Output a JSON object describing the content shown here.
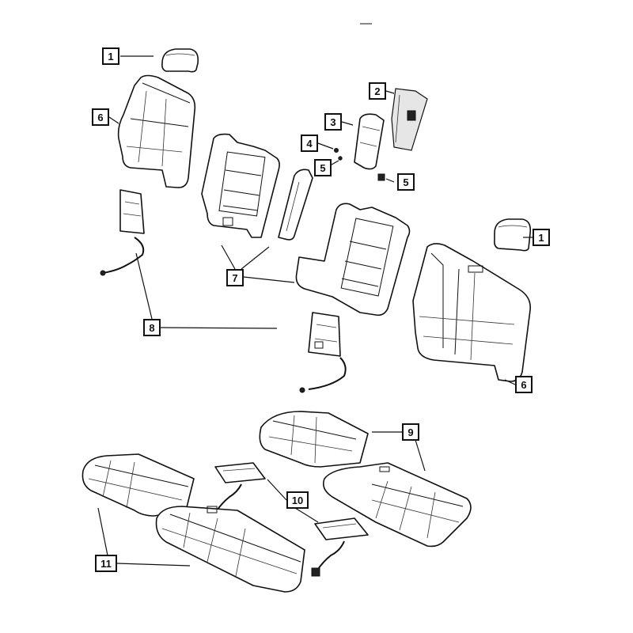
{
  "callouts": [
    {
      "id": "c1a",
      "label": "1",
      "part": "headrest"
    },
    {
      "id": "c1b",
      "label": "1",
      "part": "headrest"
    },
    {
      "id": "c2",
      "label": "2",
      "part": "armrest-bezel"
    },
    {
      "id": "c3",
      "label": "3",
      "part": "armrest-cover"
    },
    {
      "id": "c4",
      "label": "4",
      "part": "clip"
    },
    {
      "id": "c5a",
      "label": "5",
      "part": "fastener"
    },
    {
      "id": "c5b",
      "label": "5",
      "part": "fastener"
    },
    {
      "id": "c6a",
      "label": "6",
      "part": "seat-back-cover"
    },
    {
      "id": "c6b",
      "label": "6",
      "part": "seat-back-cover"
    },
    {
      "id": "c7",
      "label": "7",
      "part": "seat-back-frame"
    },
    {
      "id": "c8",
      "label": "8",
      "part": "seat-back-heater"
    },
    {
      "id": "c9",
      "label": "9",
      "part": "cushion-cover"
    },
    {
      "id": "c10",
      "label": "10",
      "part": "cushion-heater"
    },
    {
      "id": "c11",
      "label": "11",
      "part": "cushion-cover"
    }
  ]
}
